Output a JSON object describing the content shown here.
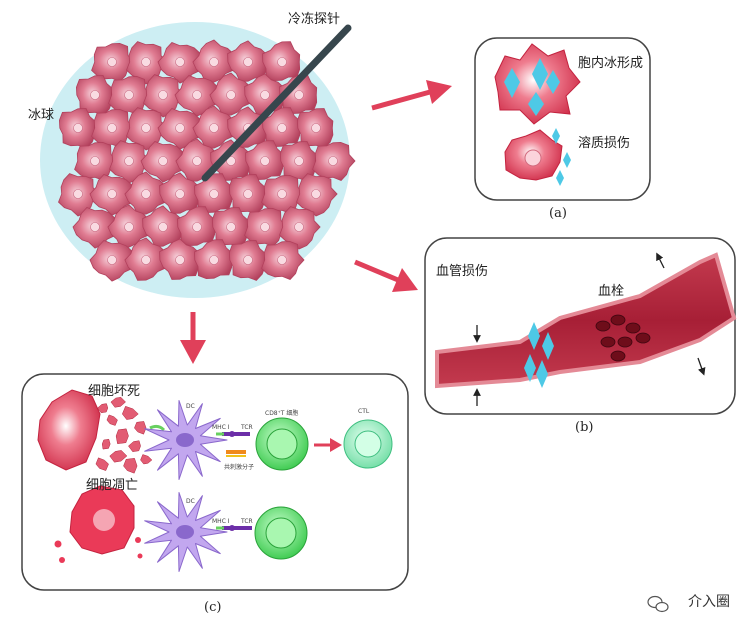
{
  "labels": {
    "probe": "冷冻探针",
    "iceball": "冰球",
    "intracellular_ice": "胞内冰形成",
    "solute_damage": "溶质损伤",
    "vascular_damage": "血管损伤",
    "thrombus": "血栓",
    "necrosis": "细胞坏死",
    "apoptosis": "细胞凋亡",
    "dc_top": "DC",
    "dc_bottom": "DC",
    "mhc_top": "MHC I",
    "mhc_bottom": "MHC I",
    "tcr_top": "TCR",
    "tcr_bottom": "TCR",
    "cd8": "CD8⁺T 细胞",
    "ctl": "CTL",
    "costim": "共刺激分子"
  },
  "captions": {
    "a": "(a)",
    "b": "(b)",
    "c": "(c)"
  },
  "watermark": {
    "text": "介入圈",
    "icon": "wechat-icon"
  },
  "colors": {
    "cell_fill": "#e07c92",
    "cell_edge": "#b2405c",
    "iceball": "#cdeef3",
    "ice_crystal": "#4ec9e6",
    "arrow": "#e0405a",
    "dc": "#b79be6",
    "tcell": "#6fe07a",
    "ctl": "#8fe8b0"
  }
}
